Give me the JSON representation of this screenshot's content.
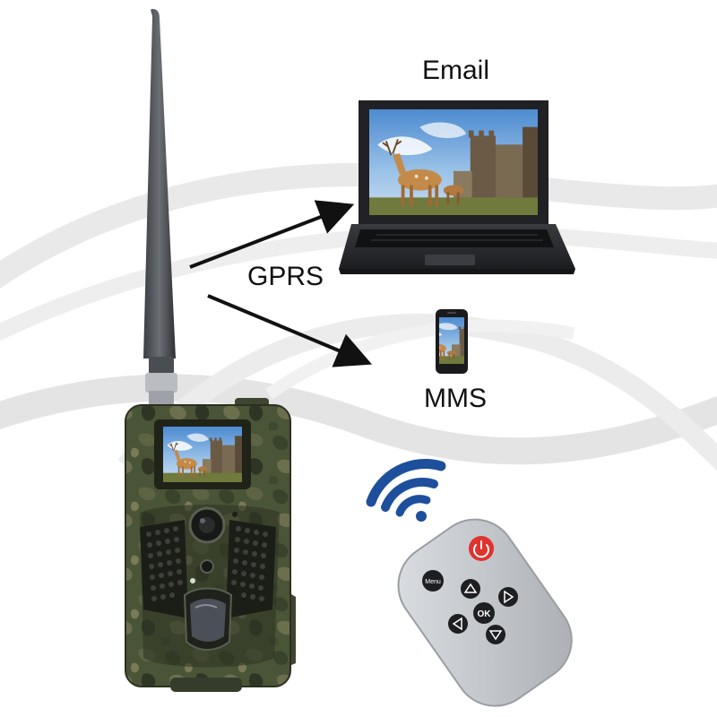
{
  "labels": {
    "email": "Email",
    "gprs": "GPRS",
    "mms": "MMS"
  },
  "remote_buttons": {
    "menu": "Menu",
    "ok": "OK"
  },
  "colors": {
    "background": "#ffffff",
    "swoosh": "#e6e6e6",
    "camo_base": "#4a5436",
    "wifi_icon": "#1d4f9c",
    "power_button": "#e0332e",
    "remote_body": "#c9ccd0",
    "laptop_body": "#2a2b2e",
    "arrow": "#111111"
  },
  "icons": [
    "wifi-signal-icon",
    "arrow-icon",
    "power-icon"
  ]
}
